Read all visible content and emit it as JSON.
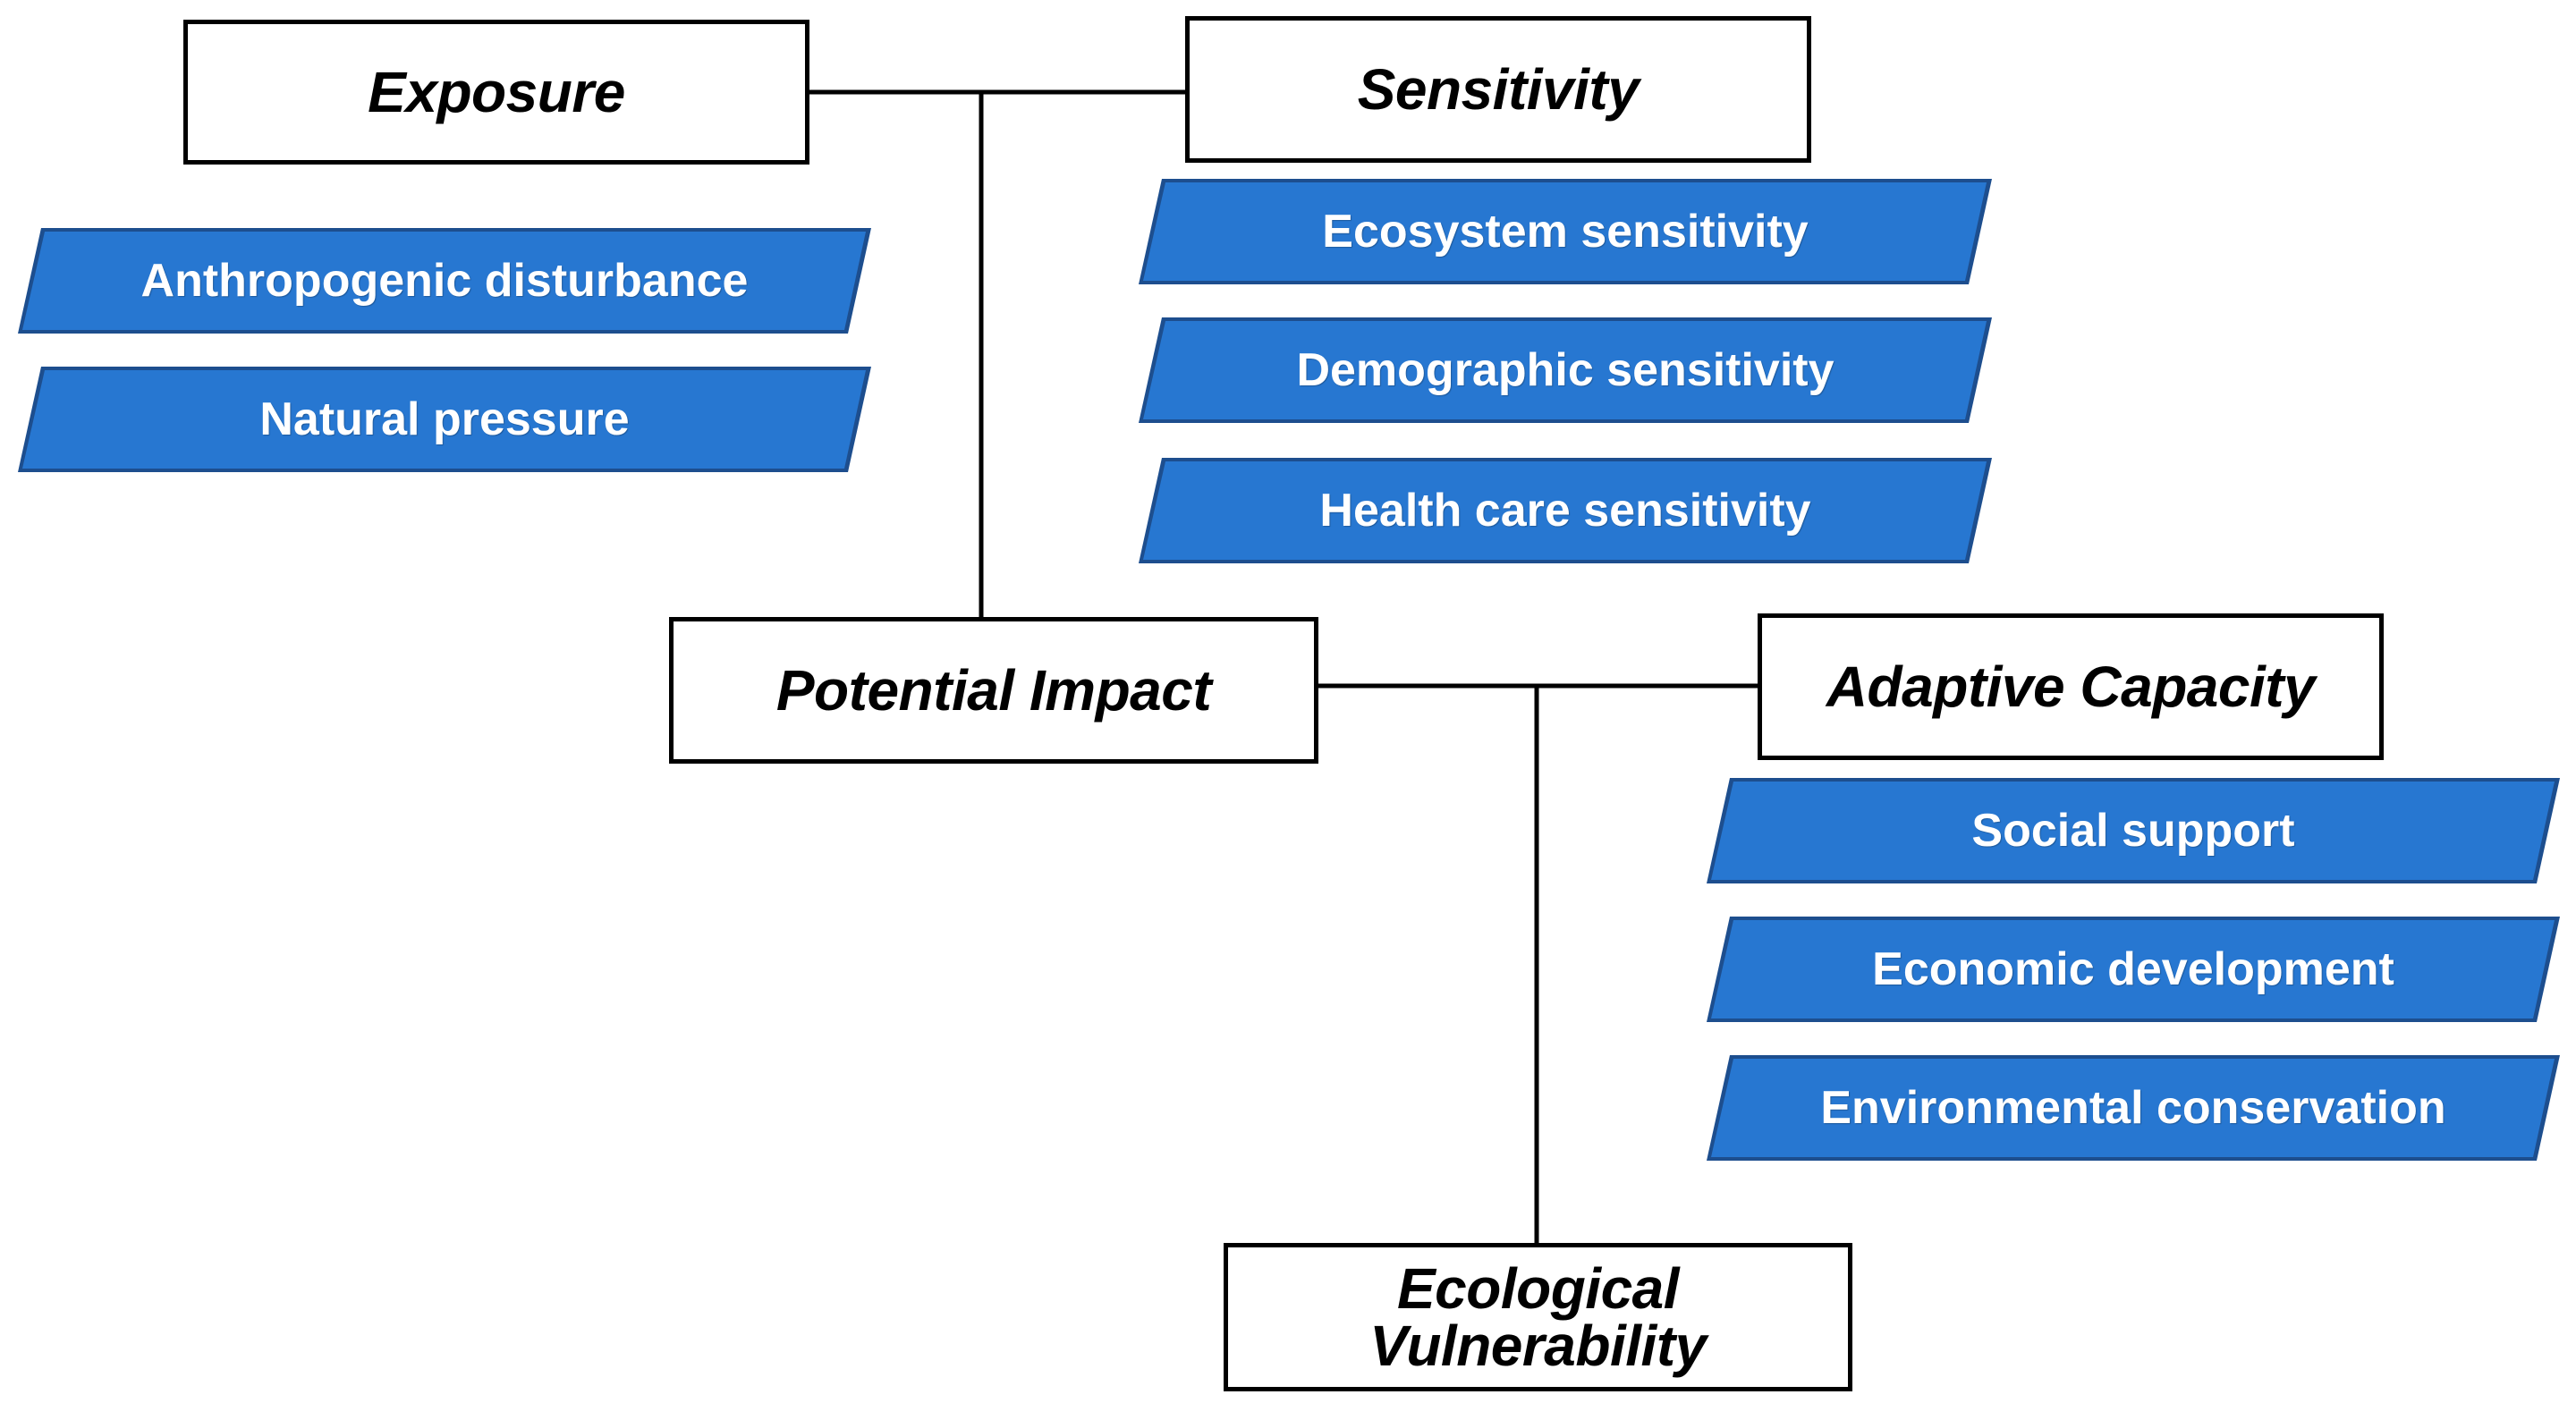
{
  "colors": {
    "indicator_fill": "#2777D1",
    "indicator_dark": "#1D4E8E",
    "line": "#000000"
  },
  "components": {
    "exposure": "Exposure",
    "sensitivity": "Sensitivity",
    "potential_impact": "Potential Impact",
    "adaptive_capacity": "Adaptive Capacity",
    "ecological_vulnerability": "Ecological Vulnerability"
  },
  "indicators": {
    "exposure": [
      "Anthropogenic disturbance",
      "Natural pressure"
    ],
    "sensitivity": [
      "Ecosystem sensitivity",
      "Demographic sensitivity",
      "Health care sensitivity"
    ],
    "adaptive_capacity": [
      "Social support",
      "Economic development",
      "Environmental conservation"
    ]
  }
}
